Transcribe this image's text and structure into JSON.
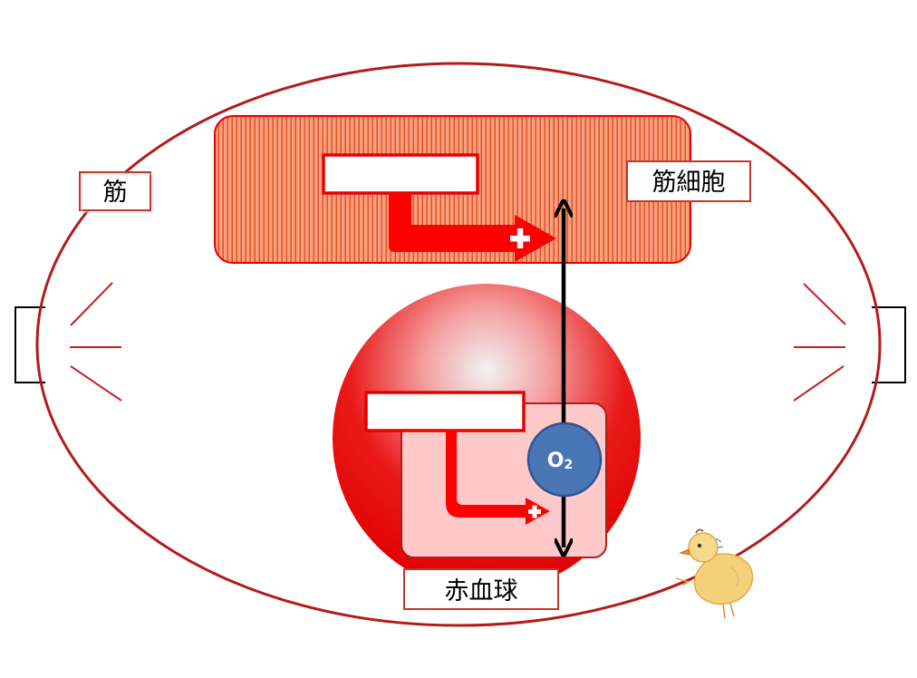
{
  "labels": {
    "muscle": "筋",
    "muscle_cell": "筋細胞",
    "red_blood_cell": "赤血球",
    "oxygen": "O",
    "oxygen_subscript": "2"
  },
  "blank_boxes": {
    "muscle_cell_box": "",
    "red_blood_cell_box": ""
  },
  "colors": {
    "outline": "#b31b1b",
    "arrow_red": "#ff0000",
    "cell_fill": "#f7a07a",
    "rbc_red": "#e60000",
    "rbc_inner": "#ffc9c9",
    "oxygen_fill": "#4a76b5",
    "black": "#000000"
  },
  "icons": {
    "plus_top": "plus-icon",
    "plus_bottom": "plus-icon",
    "chick": "chick-illustration"
  }
}
